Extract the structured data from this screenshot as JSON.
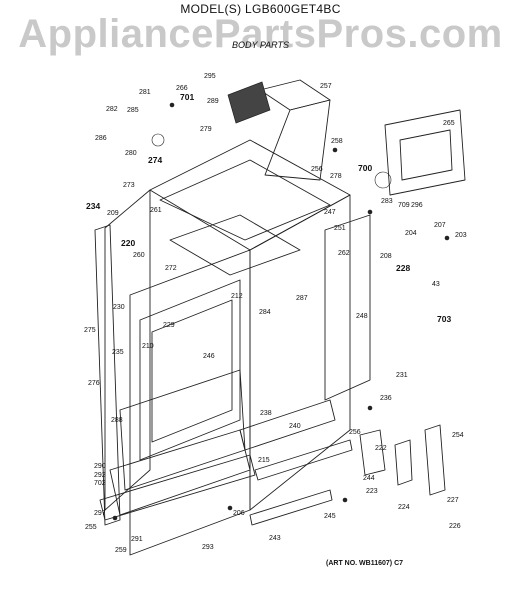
{
  "header": {
    "model_title": "MODEL(S) LGB600GET4BC",
    "watermark": "AppliancePartsPros.com",
    "subtitle": "BODY PARTS"
  },
  "footer": {
    "art_number": "(ART NO. WB11607) C7"
  },
  "callouts": [
    "266",
    "701",
    "281",
    "282",
    "285",
    "289",
    "279",
    "286",
    "280",
    "274",
    "295",
    "257",
    "258",
    "700",
    "256",
    "278",
    "265",
    "273",
    "234",
    "209",
    "261",
    "709",
    "283",
    "296",
    "207",
    "204",
    "203",
    "220",
    "251",
    "262",
    "208",
    "228",
    "43",
    "247",
    "260",
    "272",
    "212",
    "284",
    "287",
    "230",
    "229",
    "248",
    "703",
    "275",
    "210",
    "246",
    "235",
    "276",
    "231",
    "236",
    "288",
    "256",
    "240",
    "238",
    "222",
    "254",
    "290",
    "292",
    "702",
    "215",
    "244",
    "223",
    "297",
    "206",
    "224",
    "227",
    "245",
    "255",
    "291",
    "293",
    "243",
    "259",
    "226"
  ]
}
